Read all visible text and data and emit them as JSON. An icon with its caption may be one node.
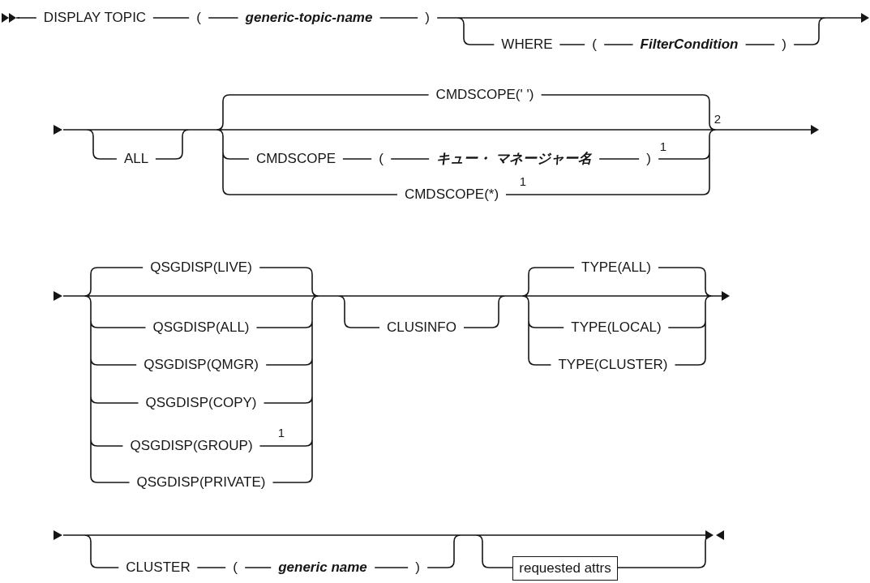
{
  "diagram": {
    "nodes": [
      {
        "text": [
          "requested attrs"
        ]
      }
    ],
    "labels": [
      "DISPLAY TOPIC",
      "(",
      "generic-topic-name",
      ")",
      "WHERE",
      "(",
      "FilterCondition",
      ")",
      "CMDSCOPE(' ')",
      "2",
      "ALL",
      "CMDSCOPE",
      "(",
      "キュー・ マネージャー名",
      ")",
      "1",
      "CMDSCOPE(*)",
      "1",
      "QSGDISP(LIVE)",
      "TYPE(ALL)",
      "QSGDISP(ALL)",
      "CLUSINFO",
      "TYPE(LOCAL)",
      "QSGDISP(QMGR)",
      "TYPE(CLUSTER)",
      "QSGDISP(COPY)",
      "QSGDISP(GROUP)",
      "1",
      "QSGDISP(PRIVATE)",
      "CLUSTER",
      "(",
      "generic name",
      ")"
    ]
  }
}
